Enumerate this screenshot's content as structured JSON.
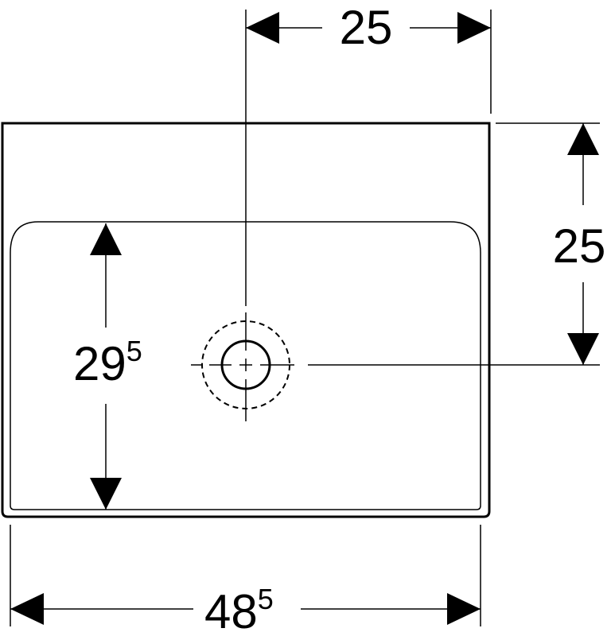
{
  "dimensions": {
    "top_width": "25",
    "right_height": "25",
    "left_height": {
      "base": "29",
      "superscript": "5"
    },
    "bottom_width": {
      "base": "48",
      "superscript": "5"
    }
  },
  "colors": {
    "line": "#000000",
    "background": "#ffffff"
  }
}
